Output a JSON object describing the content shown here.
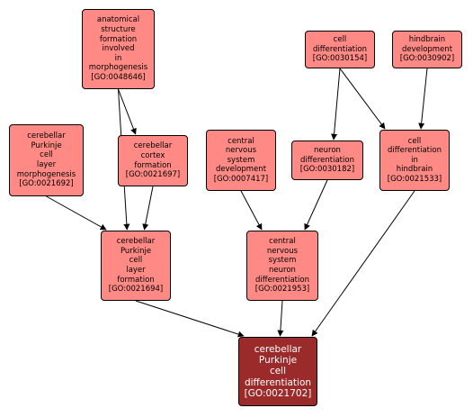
{
  "colors": {
    "node_fill": "#ff8a85",
    "root_fill": "#9b2b2b",
    "root_text": "#ffffff",
    "edge": "#000000"
  },
  "nodes": {
    "go0048646": {
      "lines": [
        "anatomical",
        "structure",
        "formation",
        "involved",
        "in",
        "morphogenesis",
        "[GO:0048646]"
      ]
    },
    "go0030154": {
      "lines": [
        "cell",
        "differentiation",
        "[GO:0030154]"
      ]
    },
    "go0030902": {
      "lines": [
        "hindbrain",
        "development",
        "[GO:0030902]"
      ]
    },
    "go0021692": {
      "lines": [
        "cerebellar",
        "Purkinje",
        "cell",
        "layer",
        "morphogenesis",
        "[GO:0021692]"
      ]
    },
    "go0021697": {
      "lines": [
        "cerebellar",
        "cortex",
        "formation",
        "[GO:0021697]"
      ]
    },
    "go0007417": {
      "lines": [
        "central",
        "nervous",
        "system",
        "development",
        "[GO:0007417]"
      ]
    },
    "go0030182": {
      "lines": [
        "neuron",
        "differentiation",
        "[GO:0030182]"
      ]
    },
    "go0021533": {
      "lines": [
        "cell",
        "differentiation",
        "in",
        "hindbrain",
        "[GO:0021533]"
      ]
    },
    "go0021694": {
      "lines": [
        "cerebellar",
        "Purkinje",
        "cell",
        "layer",
        "formation",
        "[GO:0021694]"
      ]
    },
    "go0021953": {
      "lines": [
        "central",
        "nervous",
        "system",
        "neuron",
        "differentiation",
        "[GO:0021953]"
      ]
    },
    "go0021702": {
      "lines": [
        "cerebellar",
        "Purkinje",
        "cell",
        "differentiation",
        "[GO:0021702]"
      ]
    }
  },
  "edges": [
    [
      "go0048646",
      "go0021697"
    ],
    [
      "go0048646",
      "go0021694"
    ],
    [
      "go0021692",
      "go0021694"
    ],
    [
      "go0021697",
      "go0021694"
    ],
    [
      "go0030154",
      "go0030182"
    ],
    [
      "go0030154",
      "go0021533"
    ],
    [
      "go0030902",
      "go0021533"
    ],
    [
      "go0007417",
      "go0021953"
    ],
    [
      "go0030182",
      "go0021953"
    ],
    [
      "go0021694",
      "go0021702"
    ],
    [
      "go0021953",
      "go0021702"
    ],
    [
      "go0021533",
      "go0021702"
    ]
  ]
}
